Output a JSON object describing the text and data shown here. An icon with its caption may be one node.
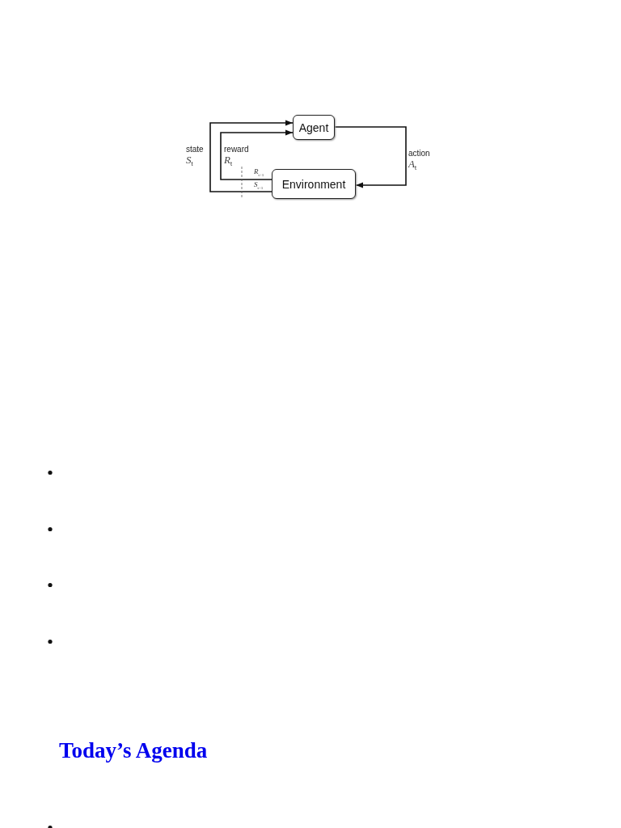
{
  "diagram": {
    "nodes": [
      {
        "text": [
          "Agent"
        ]
      },
      {
        "text": [
          "Environment"
        ]
      }
    ],
    "edges": [
      {
        "from": 0,
        "to": 1,
        "arrow": "to",
        "label": "action *A*$_{t}$"
      },
      {
        "from": 1,
        "to": 0,
        "arrow": "to",
        "label": "state *S*$_{t}$"
      },
      {
        "from": 1,
        "to": 0,
        "arrow": "to",
        "label": "reward *R*$_{t}$"
      }
    ],
    "labels": [
      "*R*$_{t+1}$",
      "*S*$_{t+1}$",
      "Today’s Agenda"
    ]
  }
}
